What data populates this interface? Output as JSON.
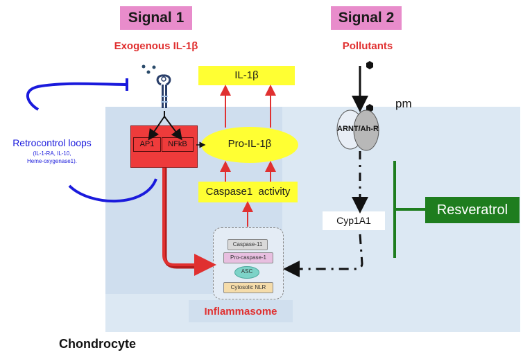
{
  "signal1": {
    "label": "Signal 1",
    "source": "Exogenous IL-1β"
  },
  "signal2": {
    "label": "Signal 2",
    "source": "Pollutants"
  },
  "pm_label": "pm",
  "il1b": "IL-1β",
  "pro_il1b": "Pro-IL-1β",
  "caspase1": "Caspase1  activity",
  "nfkb": {
    "ap1": "AP1",
    "nfkb": "NFkB"
  },
  "receptor_label": "ARNT/Ah-R",
  "cyp1a1": "Cyp1A1",
  "resveratrol": "Resveratrol",
  "retrocontrol": {
    "title": "Retrocontrol loops",
    "line1": "(IL-1-RA, IL-10,",
    "line2": "Heme-oxygenase1)."
  },
  "inflammasome": {
    "label": "Inflammasome",
    "components": [
      "Caspase-11",
      "Pro-caspase-1",
      "ASC",
      "Cytosolic NLR"
    ]
  },
  "cell_label": "Chondrocyte",
  "colors": {
    "signal_bg": "#e88ccb",
    "red_text": "#e03030",
    "yellow": "#ffff33",
    "cell_bg": "#dce8f3",
    "blue_loop": "#1a1adc",
    "green": "#1e7d1e",
    "nfkb_red": "#ee3b3b"
  }
}
